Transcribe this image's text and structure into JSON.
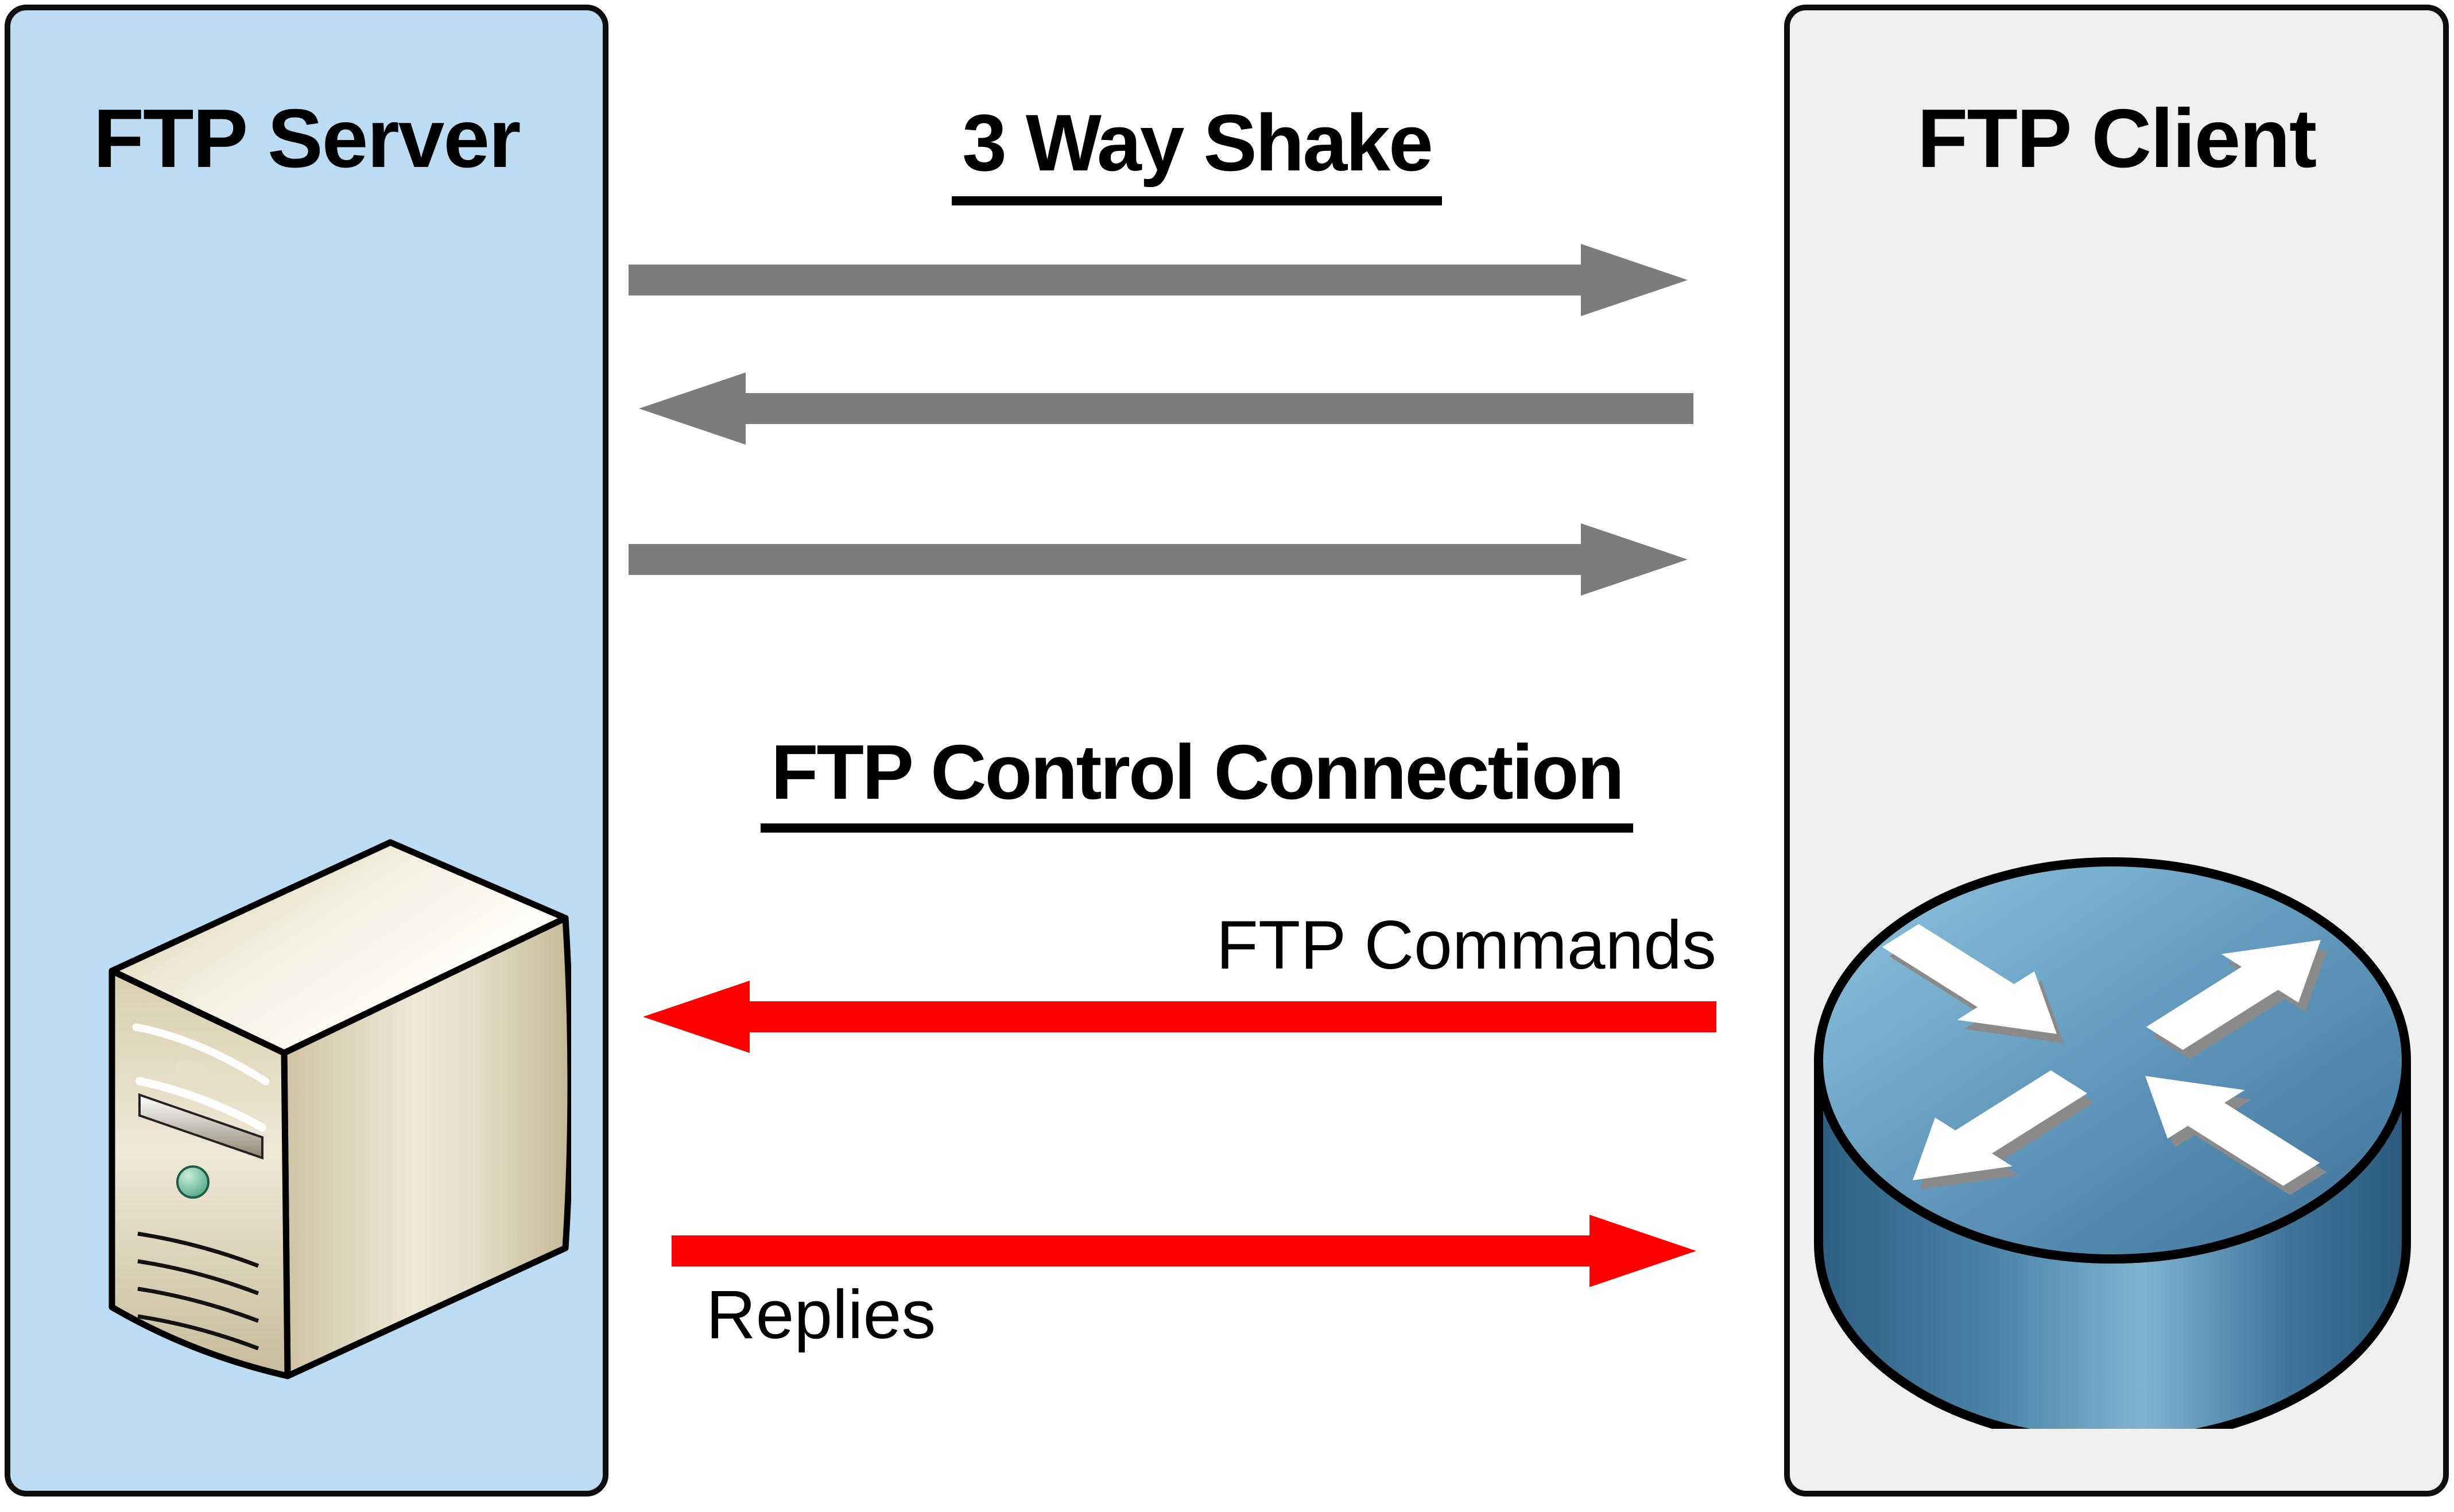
{
  "panels": {
    "server": {
      "title": "FTP Server",
      "icon": "server-tower-icon",
      "bg": "#BCDCF5"
    },
    "client": {
      "title": "FTP Client",
      "icon": "router-icon",
      "bg": "#F0F0F0"
    }
  },
  "headings": {
    "handshake": "3 Way Shake",
    "control": "FTP Control Connection"
  },
  "arrows": {
    "handshake": [
      {
        "direction": "right",
        "color": "#7C7C7C"
      },
      {
        "direction": "left",
        "color": "#7C7C7C"
      },
      {
        "direction": "right",
        "color": "#7C7C7C"
      }
    ],
    "control": [
      {
        "label": "FTP Commands",
        "direction": "left",
        "color": "#FF0000"
      },
      {
        "label": "Replies",
        "direction": "right",
        "color": "#FF0000"
      }
    ]
  },
  "colors": {
    "background": "#FFFFFF",
    "panel_border": "#0D0D0D",
    "text": "#000000",
    "server_panel_bg": "#BCDCF5",
    "client_panel_bg": "#F0F0F0",
    "handshake_arrow_gray": "#7C7C7C",
    "control_arrow_red": "#FF0000",
    "router_blue_top": "#6FA6C6",
    "router_blue_side": "#2E5F82",
    "router_arrow_white": "#FFFFFF",
    "router_arrow_shadow": "#8A8A8A",
    "server_beige": "#D9CEAF",
    "server_button_green": "#3D9A78"
  }
}
